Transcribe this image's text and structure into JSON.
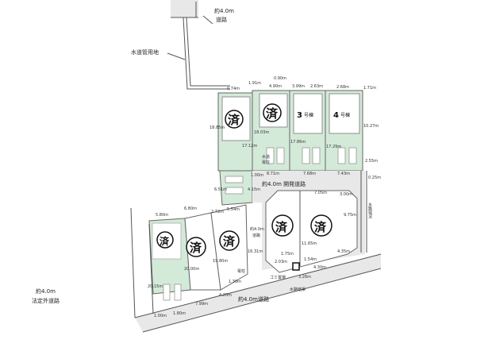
{
  "roads": {
    "north_road": [
      "約4.0m",
      "道路"
    ],
    "water_pipe_land": "水道管用地",
    "dev_road": "約4.0m 開発道路",
    "mid_road": [
      "約4.0m",
      "道路"
    ],
    "south_road": "約4.0m道路",
    "west_road": [
      "約4.0m",
      "法定外道路"
    ],
    "culvert": "水路暗渠",
    "east_channel": "水路現況"
  },
  "lots": {
    "sold_mark": "済",
    "building3": {
      "num": "3",
      "suffix": "号棟"
    },
    "building4": {
      "num": "4",
      "suffix": "号棟"
    }
  },
  "facilities": {
    "water_pole": [
      "水道",
      "電柱"
    ],
    "pole": "電柱",
    "garbage": "ゴミ置場"
  },
  "dimensions": {
    "top": [
      "0.74m",
      "1.91m",
      "0.90m",
      "4.90m",
      "3.99m",
      "2.63m",
      "2.68m",
      "1.71m"
    ],
    "vertical_north": [
      "18.85m",
      "17.12m",
      "18.03m",
      "17.86m",
      "17.29m",
      "10.27m",
      "2.55m",
      "0.25m"
    ],
    "mid": [
      "1.00m",
      "8.71m",
      "7.68m",
      "7.43m",
      "6.51m",
      "4.15m",
      "7.05m",
      "3.00m"
    ],
    "south_top": [
      "5.80m",
      "6.80m",
      "2.72m",
      "5.54m"
    ],
    "east_block": [
      "11.65m",
      "9.75m",
      "1.75m",
      "2.03m",
      "1.54m",
      "4.30m",
      "4.35m",
      "3.26m"
    ],
    "south_vertical": [
      "20.15m",
      "20.00m",
      "19.80m",
      "16.31m"
    ],
    "bottom": [
      "1.00m",
      "1.80m",
      "7.99m",
      "4.20m",
      "1.30m"
    ]
  }
}
